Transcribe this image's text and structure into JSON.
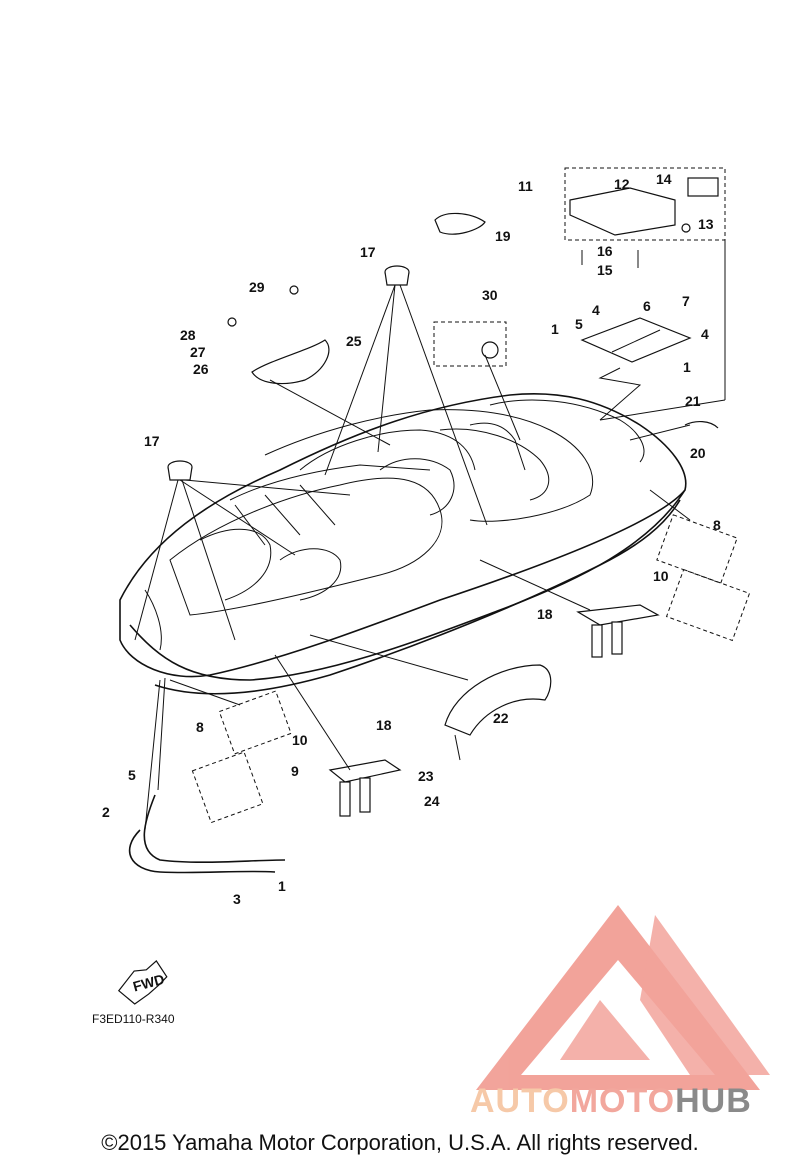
{
  "diagram": {
    "drawing_code": "F3ED110-R340",
    "fwd_label": "FWD",
    "copyright": "©2015 Yamaha Motor Corporation, U.S.A. All rights reserved.",
    "watermark": {
      "part1": "AUTO",
      "part2": "MOTO",
      "part3": "HUB"
    },
    "callouts": [
      {
        "id": "c11",
        "text": "11"
      },
      {
        "id": "c12",
        "text": "12"
      },
      {
        "id": "c14",
        "text": "14"
      },
      {
        "id": "c13",
        "text": "13"
      },
      {
        "id": "c16",
        "text": "16"
      },
      {
        "id": "c15",
        "text": "15"
      },
      {
        "id": "c19",
        "text": "19"
      },
      {
        "id": "c17a",
        "text": "17"
      },
      {
        "id": "c29",
        "text": "29"
      },
      {
        "id": "c30",
        "text": "30"
      },
      {
        "id": "c4a",
        "text": "4"
      },
      {
        "id": "c6",
        "text": "6"
      },
      {
        "id": "c7",
        "text": "7"
      },
      {
        "id": "c1a",
        "text": "1"
      },
      {
        "id": "c5a",
        "text": "5"
      },
      {
        "id": "c4b",
        "text": "4"
      },
      {
        "id": "c1b",
        "text": "1"
      },
      {
        "id": "c28",
        "text": "28"
      },
      {
        "id": "c25",
        "text": "25"
      },
      {
        "id": "c27",
        "text": "27"
      },
      {
        "id": "c26",
        "text": "26"
      },
      {
        "id": "c21",
        "text": "21"
      },
      {
        "id": "c17b",
        "text": "17"
      },
      {
        "id": "c20",
        "text": "20"
      },
      {
        "id": "c8a",
        "text": "8"
      },
      {
        "id": "c10a",
        "text": "10"
      },
      {
        "id": "c18a",
        "text": "18"
      },
      {
        "id": "c22",
        "text": "22"
      },
      {
        "id": "c8b",
        "text": "8"
      },
      {
        "id": "c18b",
        "text": "18"
      },
      {
        "id": "c10b",
        "text": "10"
      },
      {
        "id": "c9",
        "text": "9"
      },
      {
        "id": "c5b",
        "text": "5"
      },
      {
        "id": "c23",
        "text": "23"
      },
      {
        "id": "c24",
        "text": "24"
      },
      {
        "id": "c2",
        "text": "2"
      },
      {
        "id": "c1c",
        "text": "1"
      },
      {
        "id": "c3",
        "text": "3"
      }
    ]
  }
}
